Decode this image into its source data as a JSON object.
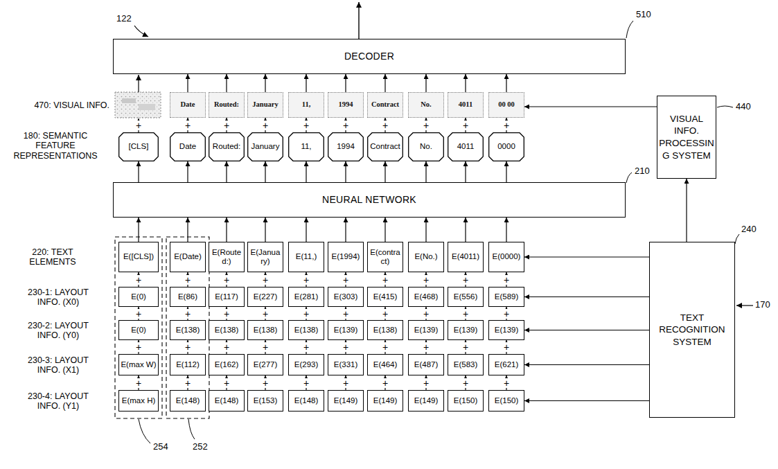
{
  "diagram": {
    "nodes": [
      {
        "text": [
          "DECODER"
        ]
      },
      {
        "text": [
          "Date"
        ]
      },
      {
        "text": [
          "Routed:"
        ]
      },
      {
        "text": [
          "January"
        ]
      },
      {
        "text": [
          "11,"
        ]
      },
      {
        "text": [
          "1994"
        ]
      },
      {
        "text": [
          "Contract"
        ]
      },
      {
        "text": [
          "No."
        ]
      },
      {
        "text": [
          "4011"
        ]
      },
      {
        "text": [
          "00 00"
        ]
      },
      {
        "text": [
          "[CLS]"
        ]
      },
      {
        "text": [
          "Date"
        ]
      },
      {
        "text": [
          "Routed:"
        ]
      },
      {
        "text": [
          "January"
        ]
      },
      {
        "text": [
          "11,"
        ]
      },
      {
        "text": [
          "1994"
        ]
      },
      {
        "text": [
          "Contract"
        ]
      },
      {
        "text": [
          "No."
        ]
      },
      {
        "text": [
          "4011"
        ]
      },
      {
        "text": [
          "0000"
        ]
      },
      {
        "text": [
          "NEURAL NETWORK"
        ]
      },
      {
        "text": [
          "E([CLS])"
        ]
      },
      {
        "text": [
          "E(Date)"
        ]
      },
      {
        "text": [
          "E(Routed:)"
        ]
      },
      {
        "text": [
          "E(January)"
        ]
      },
      {
        "text": [
          "E(11,)"
        ]
      },
      {
        "text": [
          "E(1994)"
        ]
      },
      {
        "text": [
          "E(contract)"
        ]
      },
      {
        "text": [
          "E(No.)"
        ]
      },
      {
        "text": [
          "E(4011)"
        ]
      },
      {
        "text": [
          "E(0000)"
        ]
      },
      {
        "text": [
          "E(0)"
        ]
      },
      {
        "text": [
          "E(86)"
        ]
      },
      {
        "text": [
          "E(117)"
        ]
      },
      {
        "text": [
          "E(227)"
        ]
      },
      {
        "text": [
          "E(281)"
        ]
      },
      {
        "text": [
          "E(303)"
        ]
      },
      {
        "text": [
          "E(415)"
        ]
      },
      {
        "text": [
          "E(468)"
        ]
      },
      {
        "text": [
          "E(556)"
        ]
      },
      {
        "text": [
          "E(589)"
        ]
      },
      {
        "text": [
          "E(0)"
        ]
      },
      {
        "text": [
          "E(138)"
        ]
      },
      {
        "text": [
          "E(138)"
        ]
      },
      {
        "text": [
          "E(138)"
        ]
      },
      {
        "text": [
          "E(138)"
        ]
      },
      {
        "text": [
          "E(139)"
        ]
      },
      {
        "text": [
          "E(138)"
        ]
      },
      {
        "text": [
          "E(139)"
        ]
      },
      {
        "text": [
          "E(139)"
        ]
      },
      {
        "text": [
          "E(139)"
        ]
      },
      {
        "text": [
          "E(max W)"
        ]
      },
      {
        "text": [
          "E(112)"
        ]
      },
      {
        "text": [
          "E(162)"
        ]
      },
      {
        "text": [
          "E(277)"
        ]
      },
      {
        "text": [
          "E(293)"
        ]
      },
      {
        "text": [
          "E(331)"
        ]
      },
      {
        "text": [
          "E(464)"
        ]
      },
      {
        "text": [
          "E(487)"
        ]
      },
      {
        "text": [
          "E(583)"
        ]
      },
      {
        "text": [
          "E(621)"
        ]
      },
      {
        "text": [
          "E(max H)"
        ]
      },
      {
        "text": [
          "E(148)"
        ]
      },
      {
        "text": [
          "E(148)"
        ]
      },
      {
        "text": [
          "E(153)"
        ]
      },
      {
        "text": [
          "E(148)"
        ]
      },
      {
        "text": [
          "E(149)"
        ]
      },
      {
        "text": [
          "E(149)"
        ]
      },
      {
        "text": [
          "E(149)"
        ]
      },
      {
        "text": [
          "E(150)"
        ]
      },
      {
        "text": [
          "E(150)"
        ]
      },
      {
        "text": [
          "VISUAL INFO. PROCESSING SYSTEM"
        ]
      },
      {
        "text": [
          "TEXT RECOGNITION SYSTEM"
        ]
      }
    ],
    "edges": [
      {
        "from": 1,
        "to": 0,
        "arrow": "to"
      },
      {
        "from": 2,
        "to": 0,
        "arrow": "to"
      },
      {
        "from": 3,
        "to": 0,
        "arrow": "to"
      },
      {
        "from": 4,
        "to": 0,
        "arrow": "to"
      },
      {
        "from": 5,
        "to": 0,
        "arrow": "to"
      },
      {
        "from": 6,
        "to": 0,
        "arrow": "to"
      },
      {
        "from": 7,
        "to": 0,
        "arrow": "to"
      },
      {
        "from": 8,
        "to": 0,
        "arrow": "to"
      },
      {
        "from": 9,
        "to": 0,
        "arrow": "to"
      },
      {
        "from": 11,
        "to": 1,
        "arrow": "to",
        "label": "+"
      },
      {
        "from": 12,
        "to": 2,
        "arrow": "to",
        "label": "+"
      },
      {
        "from": 13,
        "to": 3,
        "arrow": "to",
        "label": "+"
      },
      {
        "from": 14,
        "to": 4,
        "arrow": "to",
        "label": "+"
      },
      {
        "from": 15,
        "to": 5,
        "arrow": "to",
        "label": "+"
      },
      {
        "from": 16,
        "to": 6,
        "arrow": "to",
        "label": "+"
      },
      {
        "from": 17,
        "to": 7,
        "arrow": "to",
        "label": "+"
      },
      {
        "from": 18,
        "to": 8,
        "arrow": "to",
        "label": "+"
      },
      {
        "from": 19,
        "to": 9,
        "arrow": "to",
        "label": "+"
      },
      {
        "from": 20,
        "to": 10,
        "arrow": "to"
      },
      {
        "from": 20,
        "to": 11,
        "arrow": "to"
      },
      {
        "from": 20,
        "to": 12,
        "arrow": "to"
      },
      {
        "from": 20,
        "to": 13,
        "arrow": "to"
      },
      {
        "from": 20,
        "to": 14,
        "arrow": "to"
      },
      {
        "from": 20,
        "to": 15,
        "arrow": "to"
      },
      {
        "from": 20,
        "to": 16,
        "arrow": "to"
      },
      {
        "from": 20,
        "to": 17,
        "arrow": "to"
      },
      {
        "from": 20,
        "to": 18,
        "arrow": "to"
      },
      {
        "from": 20,
        "to": 19,
        "arrow": "to"
      },
      {
        "from": 21,
        "to": 20,
        "arrow": "to"
      },
      {
        "from": 22,
        "to": 20,
        "arrow": "to"
      },
      {
        "from": 23,
        "to": 20,
        "arrow": "to"
      },
      {
        "from": 24,
        "to": 20,
        "arrow": "to"
      },
      {
        "from": 25,
        "to": 20,
        "arrow": "to"
      },
      {
        "from": 26,
        "to": 20,
        "arrow": "to"
      },
      {
        "from": 27,
        "to": 20,
        "arrow": "to"
      },
      {
        "from": 28,
        "to": 20,
        "arrow": "to"
      },
      {
        "from": 29,
        "to": 20,
        "arrow": "to"
      },
      {
        "from": 30,
        "to": 20,
        "arrow": "to"
      },
      {
        "from": 31,
        "to": 21,
        "arrow": "to",
        "label": "+"
      },
      {
        "from": 32,
        "to": 22,
        "arrow": "to",
        "label": "+"
      },
      {
        "from": 33,
        "to": 23,
        "arrow": "to",
        "label": "+"
      },
      {
        "from": 34,
        "to": 24,
        "arrow": "to",
        "label": "+"
      },
      {
        "from": 35,
        "to": 25,
        "arrow": "to",
        "label": "+"
      },
      {
        "from": 36,
        "to": 26,
        "arrow": "to",
        "label": "+"
      },
      {
        "from": 37,
        "to": 27,
        "arrow": "to",
        "label": "+"
      },
      {
        "from": 38,
        "to": 28,
        "arrow": "to",
        "label": "+"
      },
      {
        "from": 39,
        "to": 29,
        "arrow": "to",
        "label": "+"
      },
      {
        "from": 40,
        "to": 30,
        "arrow": "to",
        "label": "+"
      },
      {
        "from": 41,
        "to": 31,
        "arrow": "to",
        "label": "+"
      },
      {
        "from": 42,
        "to": 32,
        "arrow": "to",
        "label": "+"
      },
      {
        "from": 43,
        "to": 33,
        "arrow": "to",
        "label": "+"
      },
      {
        "from": 44,
        "to": 34,
        "arrow": "to",
        "label": "+"
      },
      {
        "from": 45,
        "to": 35,
        "arrow": "to",
        "label": "+"
      },
      {
        "from": 46,
        "to": 36,
        "arrow": "to",
        "label": "+"
      },
      {
        "from": 47,
        "to": 37,
        "arrow": "to",
        "label": "+"
      },
      {
        "from": 48,
        "to": 38,
        "arrow": "to",
        "label": "+"
      },
      {
        "from": 49,
        "to": 39,
        "arrow": "to",
        "label": "+"
      },
      {
        "from": 50,
        "to": 40,
        "arrow": "to",
        "label": "+"
      },
      {
        "from": 51,
        "to": 41,
        "arrow": "to",
        "label": "+"
      },
      {
        "from": 52,
        "to": 42,
        "arrow": "to",
        "label": "+"
      },
      {
        "from": 53,
        "to": 43,
        "arrow": "to",
        "label": "+"
      },
      {
        "from": 54,
        "to": 44,
        "arrow": "to",
        "label": "+"
      },
      {
        "from": 55,
        "to": 45,
        "arrow": "to",
        "label": "+"
      },
      {
        "from": 56,
        "to": 46,
        "arrow": "to",
        "label": "+"
      },
      {
        "from": 57,
        "to": 47,
        "arrow": "to",
        "label": "+"
      },
      {
        "from": 58,
        "to": 48,
        "arrow": "to",
        "label": "+"
      },
      {
        "from": 59,
        "to": 49,
        "arrow": "to",
        "label": "+"
      },
      {
        "from": 60,
        "to": 50,
        "arrow": "to",
        "label": "+"
      },
      {
        "from": 61,
        "to": 51,
        "arrow": "to",
        "label": "+"
      },
      {
        "from": 62,
        "to": 52,
        "arrow": "to",
        "label": "+"
      },
      {
        "from": 63,
        "to": 53,
        "arrow": "to",
        "label": "+"
      },
      {
        "from": 64,
        "to": 54,
        "arrow": "to",
        "label": "+"
      },
      {
        "from": 65,
        "to": 55,
        "arrow": "to",
        "label": "+"
      },
      {
        "from": 66,
        "to": 56,
        "arrow": "to",
        "label": "+"
      },
      {
        "from": 67,
        "to": 57,
        "arrow": "to",
        "label": "+"
      },
      {
        "from": 68,
        "to": 58,
        "arrow": "to",
        "label": "+"
      },
      {
        "from": 69,
        "to": 59,
        "arrow": "to",
        "label": "+"
      },
      {
        "from": 70,
        "to": 60,
        "arrow": "to",
        "label": "+"
      },
      {
        "from": 72,
        "to": 71,
        "arrow": "to"
      },
      {
        "from": 71,
        "to": 9,
        "arrow": "to"
      },
      {
        "from": 72,
        "to": 30,
        "arrow": "to"
      },
      {
        "from": 72,
        "to": 40,
        "arrow": "to"
      },
      {
        "from": 72,
        "to": 50,
        "arrow": "to"
      },
      {
        "from": 72,
        "to": 60,
        "arrow": "to"
      },
      {
        "from": 72,
        "to": 70,
        "arrow": "to"
      }
    ],
    "labels": [
      "122",
      "510",
      "470: VISUAL INFO.",
      "180: SEMANTIC FEATURE REPRESENTATIONS",
      "+",
      "440",
      "210",
      "240",
      "220: TEXT ELEMENTS",
      "230-1: LAYOUT INFO. (X0)",
      "230-2: LAYOUT INFO. (Y0)",
      "230-3: LAYOUT INFO. (X1)",
      "230-4: LAYOUT INFO. (Y1)",
      "170",
      "254",
      "252"
    ]
  }
}
